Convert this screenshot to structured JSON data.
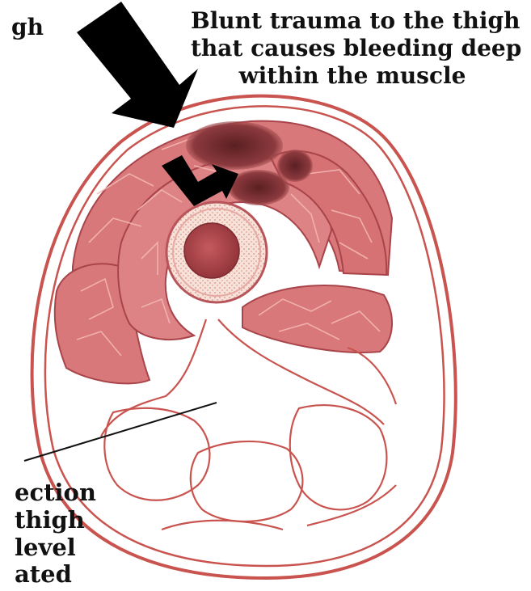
{
  "labels": {
    "top_left": "gh",
    "trauma_line1": "Blunt trauma to the thigh",
    "trauma_line2": "that causes bleeding deep",
    "trauma_line3": "within the muscle",
    "section_line1": "ection",
    "section_line2": "thigh",
    "section_line3": "level",
    "section_line4": "ated"
  },
  "colors": {
    "skin_outline": "#c9544f",
    "muscle": "#d9787a",
    "muscle_dark": "#b84a4e",
    "bruise": "#6e2a2e",
    "bone": "#f3d8cf",
    "marrow": "#a8444a",
    "arrow": "#000000",
    "background": "#ffffff"
  },
  "icons": {
    "impact_arrow": "large-down-right-arrow",
    "bleed_arrow": "bent-arrow"
  }
}
